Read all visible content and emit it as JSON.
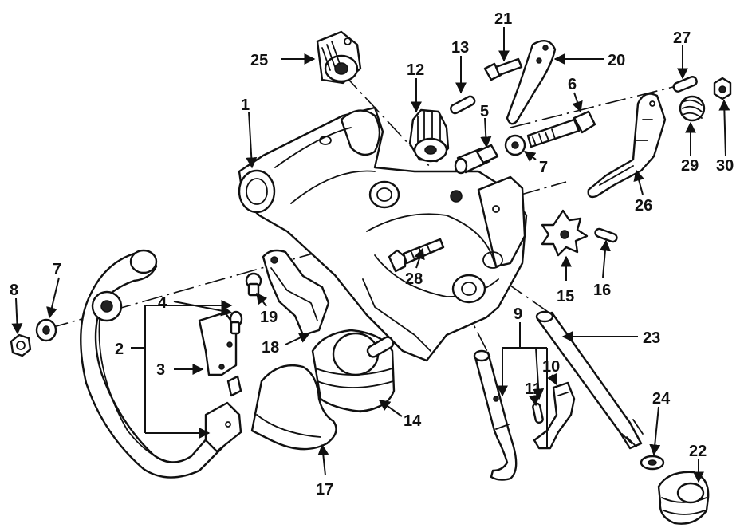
{
  "callouts": {
    "c1": "1",
    "c2": "2",
    "c3": "3",
    "c4": "4",
    "c5": "5",
    "c6": "6",
    "c7a": "7",
    "c7b": "7",
    "c8": "8",
    "c9": "9",
    "c10": "10",
    "c11": "11",
    "c12": "12",
    "c13": "13",
    "c14": "14",
    "c15": "15",
    "c16": "16",
    "c17": "17",
    "c18": "18",
    "c19": "19",
    "c20": "20",
    "c21": "21",
    "c22": "22",
    "c23": "23",
    "c24": "24",
    "c25": "25",
    "c26": "26",
    "c27": "27",
    "c28": "28",
    "c29": "29",
    "c30": "30"
  },
  "colors": {
    "ink": "#111111",
    "paper": "#ffffff"
  }
}
